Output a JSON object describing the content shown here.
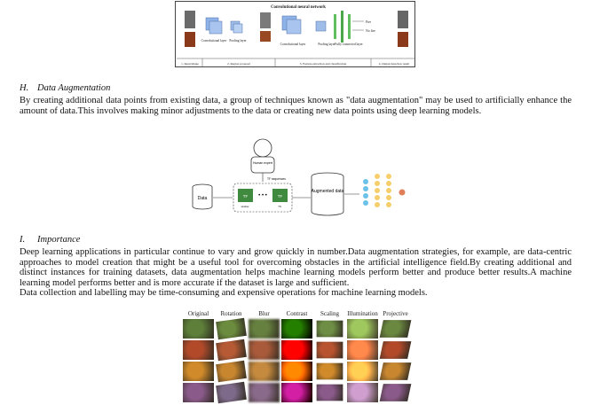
{
  "figure1": {
    "title": "Convolutional neural network",
    "labels": {
      "conv1": "Convolutional layer",
      "pool1": "Pooling layer",
      "conv2": "Convolutional layer",
      "pool2": "Pooling layer",
      "fc": "Fully-connected layer",
      "fire": "Fire",
      "nofire": "No fire"
    },
    "steps": [
      "1. Input image",
      "2. Region proposal",
      "3. Feature extraction and classification",
      "4. Output detection result"
    ]
  },
  "section_h": {
    "number": "H.",
    "title": "Data Augmentation",
    "body": "By creating additional data points from existing data, a group of techniques known as \"data augmentation\" may be used to artificially enhance the amount of data.This involves making minor adjustments to the data or creating new data points using deep learning models."
  },
  "figure2": {
    "expert": "Human expert",
    "tf_sequences": "TF sequences",
    "data": "Data",
    "tf": "TF",
    "tf_bottom_left": "window",
    "tf_bottom_right": "TN",
    "augmented": "Augmented data"
  },
  "section_i": {
    "number": "I.",
    "title": "Importance",
    "body1": "Deep learning applications in particular continue to vary and grow quickly in number.Data augmentation strategies, for example, are data-centric approaches to model creation that might be a useful tool for overcoming obstacles in the artificial intelligence field.By creating additional and distinct instances for training datasets, data augmentation helps machine learning models perform better and produce better results.A machine learning model performs better and is more accurate if the dataset is large and sufficient.",
    "body2": "Data collection and labelling may be time-consuming and expensive operations for machine learning models."
  },
  "figure3": {
    "columns": [
      "Original",
      "Rotation",
      "Blur",
      "Contrast",
      "Scaling",
      "Illumination",
      "Projective"
    ],
    "tile_colors": [
      [
        "#5d7f3a",
        "#6b8b3e",
        "#66803f",
        "#4f7a2f",
        "#6d8e44",
        "#7a9a48",
        "#6a8840"
      ],
      [
        "#b24a2a",
        "#b55a35",
        "#a85a3a",
        "#c63a1e",
        "#b8532f",
        "#d06a3a",
        "#b24a2a"
      ],
      [
        "#d08a2a",
        "#c8862f",
        "#c58a3e",
        "#e0881a",
        "#d08a2a",
        "#e5a040",
        "#c8862f"
      ],
      [
        "#8a5a8a",
        "#7d6a8a",
        "#8a6a8a",
        "#a04a8a",
        "#8a5a8a",
        "#a07aa0",
        "#8a5a8a"
      ]
    ]
  }
}
